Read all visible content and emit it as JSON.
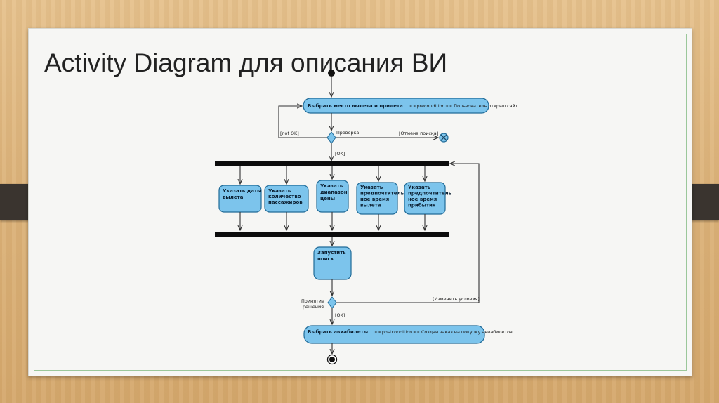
{
  "slide": {
    "title": "Activity Diagram для описания ВИ"
  },
  "diagram": {
    "top_action": {
      "name": "Выбрать место вылета и прилета",
      "note": "<<precondition>> Пользователь открыл сайт."
    },
    "check_decision": {
      "label": "Проверка",
      "guard_not_ok": "[not OK]",
      "guard_ok": "[OK]",
      "cancel_label": "[Отмена поиска]"
    },
    "parallel_actions": [
      {
        "lines": [
          "Указать даты",
          "вылета"
        ]
      },
      {
        "lines": [
          "Указать",
          "количество",
          "пассажиров"
        ]
      },
      {
        "lines": [
          "Указать",
          "диапазон",
          "цены"
        ]
      },
      {
        "lines": [
          "Указать",
          "предпочтитель",
          "ное время",
          "вылета"
        ]
      },
      {
        "lines": [
          "Указать",
          "предпочтитель",
          "ное время",
          "прибытия"
        ]
      }
    ],
    "search_action": {
      "lines": [
        "Запустить",
        "поиск"
      ]
    },
    "accept_decision": {
      "label_lines": [
        "Принятие",
        "решения"
      ],
      "guard_change": "[Изменить условия]",
      "guard_ok": "[OK]"
    },
    "bottom_action": {
      "name": "Выбрать авиабилеты",
      "note": "<<postcondition>> Создан заказ на покупку авиабилетов."
    }
  }
}
